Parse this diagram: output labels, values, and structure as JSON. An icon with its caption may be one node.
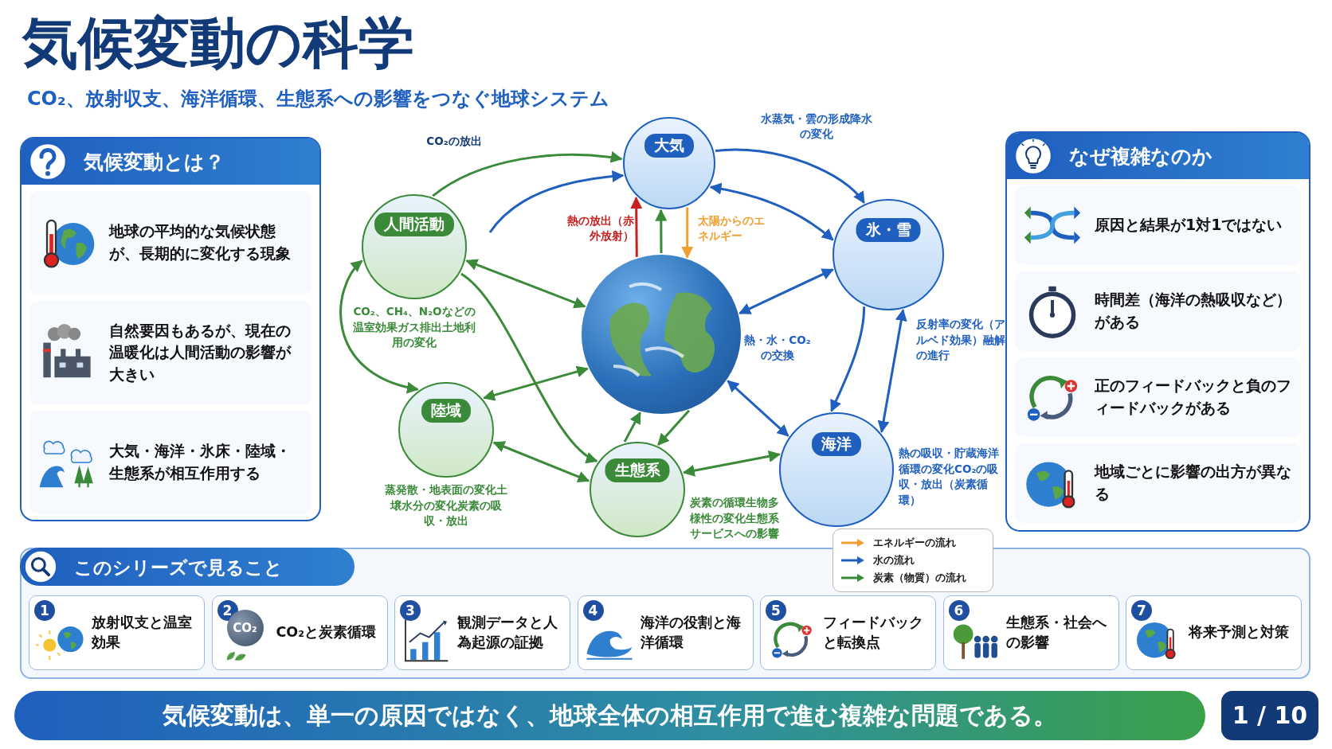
{
  "diagram": {
    "title": "気候変動の科学",
    "nodes": [
      {
        "text": [
          "気候変動とは？"
        ]
      },
      {
        "text": [
          "地球の平均的な気候状態が、長期的に変化する現象"
        ],
        "in": 0
      },
      {
        "text": [
          "自然要因もあるが、現在の温暖化は人間活動の影響が大きい"
        ],
        "in": 0
      },
      {
        "text": [
          "大気・海洋・氷床・陸域・生態系が相互作用する"
        ],
        "in": 0
      },
      {
        "text": [
          "大気"
        ]
      },
      {
        "text": [
          "人間活動"
        ],
        "beside": [
          "CO₂、CH₄、N₂Oなどの温室効果ガス排出土地利用の変化"
        ]
      },
      {
        "text": [],
        "shape": "picture"
      },
      {
        "text": [
          "氷・雪"
        ],
        "beside": [
          "反射率の変化（アルベド効果）融解の進行"
        ]
      },
      {
        "text": [
          "陸域"
        ],
        "beside": [
          "蒸発散・地表面の変化土壌水分の変化炭素の吸収・放出"
        ]
      },
      {
        "text": [
          "生態系"
        ],
        "beside": [
          "炭素の循環生物多様性の変化生態系サービスへの影響"
        ]
      },
      {
        "text": [
          "海洋"
        ],
        "beside": [
          "熱の吸収・貯蔵海洋循環の変化CO₂の吸収・放出（炭素循環）"
        ]
      },
      {
        "text": [
          "なぜ複雑なのか"
        ]
      },
      {
        "text": [
          "原因と結果が1対1ではない"
        ],
        "in": 11
      },
      {
        "text": [
          "時間差（海洋の熱吸収など）がある"
        ],
        "in": 11
      },
      {
        "text": [
          "正のフィードバックと負のフィードバックがある"
        ],
        "in": 11
      },
      {
        "text": [
          "地域ごとに影響の出方が異なる"
        ],
        "in": 11
      },
      {
        "text": [
          "このシリーズで見ること"
        ]
      },
      {
        "text": [
          "1",
          "放射収支と温室効果"
        ],
        "in": 16
      },
      {
        "text": [
          "2",
          "CO₂と炭素循環"
        ],
        "in": 16
      },
      {
        "text": [
          "3",
          "観測データと人為起源の証拠"
        ],
        "in": 16
      },
      {
        "text": [
          "4",
          "海洋の役割と海洋循環"
        ],
        "in": 16
      },
      {
        "text": [
          "5",
          "フィードバックと転換点"
        ],
        "in": 16
      },
      {
        "text": [
          "6",
          "生態系・社会への影響"
        ],
        "in": 16
      },
      {
        "text": [
          "7",
          "将来予測と対策"
        ],
        "in": 16
      },
      {
        "text": [
          "気候変動は、単一の原因ではなく、地球全体の相互作用で進む複雑な問題である。"
        ]
      },
      {
        "text": [
          "1 / 10"
        ]
      }
    ],
    "edges": [
      {
        "from": 5,
        "to": 4,
        "arrow": "to",
        "label": "CO₂の放出"
      },
      {
        "from": 4,
        "to": 7,
        "arrow": "to",
        "label": "水蒸気・雲の形成降水の変化",
        "color": "#1f5fbf"
      },
      {
        "from": 4,
        "to": 7,
        "arrow": "both",
        "color": "#1f5fbf"
      },
      {
        "from": null,
        "to": 4,
        "arrow": "to",
        "color": "#1f5fbf"
      },
      {
        "from": 5,
        "to": 6,
        "arrow": "both"
      },
      {
        "from": 5,
        "to": 9,
        "arrow": "to"
      },
      {
        "from": 5,
        "to": 8,
        "arrow": "both"
      },
      {
        "from": 8,
        "to": 6,
        "arrow": "both"
      },
      {
        "from": 8,
        "to": 9,
        "arrow": "both"
      },
      {
        "from": 6,
        "to": 4,
        "arrow": "to",
        "label": "熱の放出（赤外放射）",
        "color": "#c62020"
      },
      {
        "from": 6,
        "to": 4,
        "arrow": "to"
      },
      {
        "from": 4,
        "to": 6,
        "arrow": "to",
        "label": "太陽からのエネルギー",
        "color": "#f0a030"
      },
      {
        "from": 7,
        "to": 6,
        "arrow": "both",
        "color": "#1f5fbf"
      },
      {
        "from": 7,
        "to": 10,
        "arrow": "to",
        "color": "#1f5fbf"
      },
      {
        "from": 6,
        "to": 10,
        "arrow": "both",
        "label": "熱・水・CO₂の交換",
        "color": "#1f5fbf"
      },
      {
        "from": 10,
        "to": 7,
        "arrow": "both",
        "color": "#1f5fbf"
      },
      {
        "from": 9,
        "to": 6,
        "arrow": "to"
      },
      {
        "from": 6,
        "to": 9,
        "arrow": "to"
      },
      {
        "from": 9,
        "to": 10,
        "arrow": "both"
      }
    ],
    "labels": [
      "CO₂、放射収支、海洋循環、生態系への影響をつなぐ地球システム",
      "CO₂"
    ],
    "legend": [
      {
        "text": "エネルギーの流れ"
      },
      {
        "text": "水の流れ"
      },
      {
        "text": "炭素（物質）の流れ"
      }
    ]
  }
}
